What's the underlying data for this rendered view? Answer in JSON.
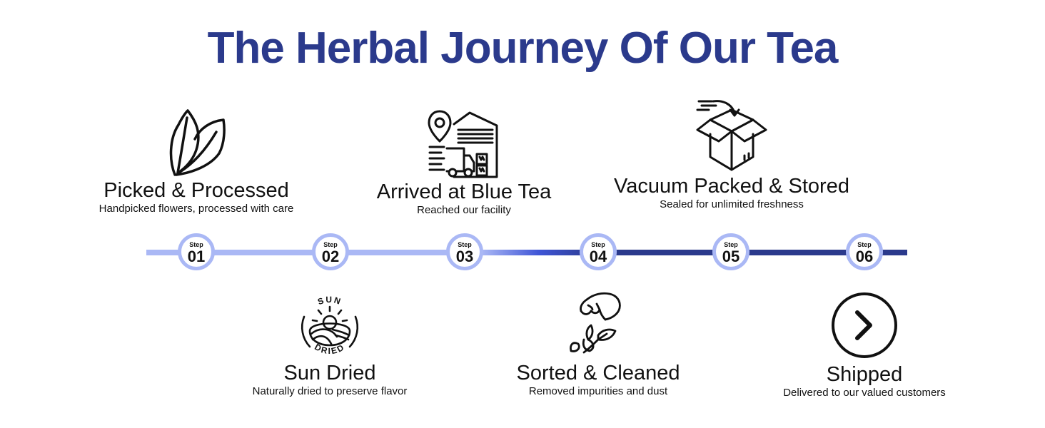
{
  "title": "The Herbal Journey Of Our Tea",
  "colors": {
    "title": "#2b3a8c",
    "track_light": "#aab8f5",
    "track_dark": "#2b3a8c",
    "circle_border": "#aab8f5"
  },
  "steps": [
    {
      "step_word": "Step",
      "number": "01",
      "label": "Picked & Processed",
      "description": "Handpicked flowers, processed with care",
      "icon": "leaf-icon",
      "position": "top"
    },
    {
      "step_word": "Step",
      "number": "02",
      "label": "Sun Dried",
      "description": "Naturally dried to preserve flavor",
      "icon": "sun-dried-badge-icon",
      "badge_text_top": "SUN",
      "badge_text_bottom": "DRIED",
      "position": "bottom"
    },
    {
      "step_word": "Step",
      "number": "03",
      "label": "Arrived at Blue Tea",
      "description": "Reached our facility",
      "icon": "warehouse-truck-icon",
      "position": "top"
    },
    {
      "step_word": "Step",
      "number": "04",
      "label": "Sorted & Cleaned",
      "description": "Removed impurities and dust",
      "icon": "hand-sorting-leaves-icon",
      "position": "bottom"
    },
    {
      "step_word": "Step",
      "number": "05",
      "label": "Vacuum Packed & Stored",
      "description": "Sealed for unlimited freshness",
      "icon": "box-packing-icon",
      "position": "top"
    },
    {
      "step_word": "Step",
      "number": "06",
      "label": "Shipped",
      "description": "Delivered to our valued customers",
      "icon": "chevron-right-circle-icon",
      "position": "bottom"
    }
  ]
}
